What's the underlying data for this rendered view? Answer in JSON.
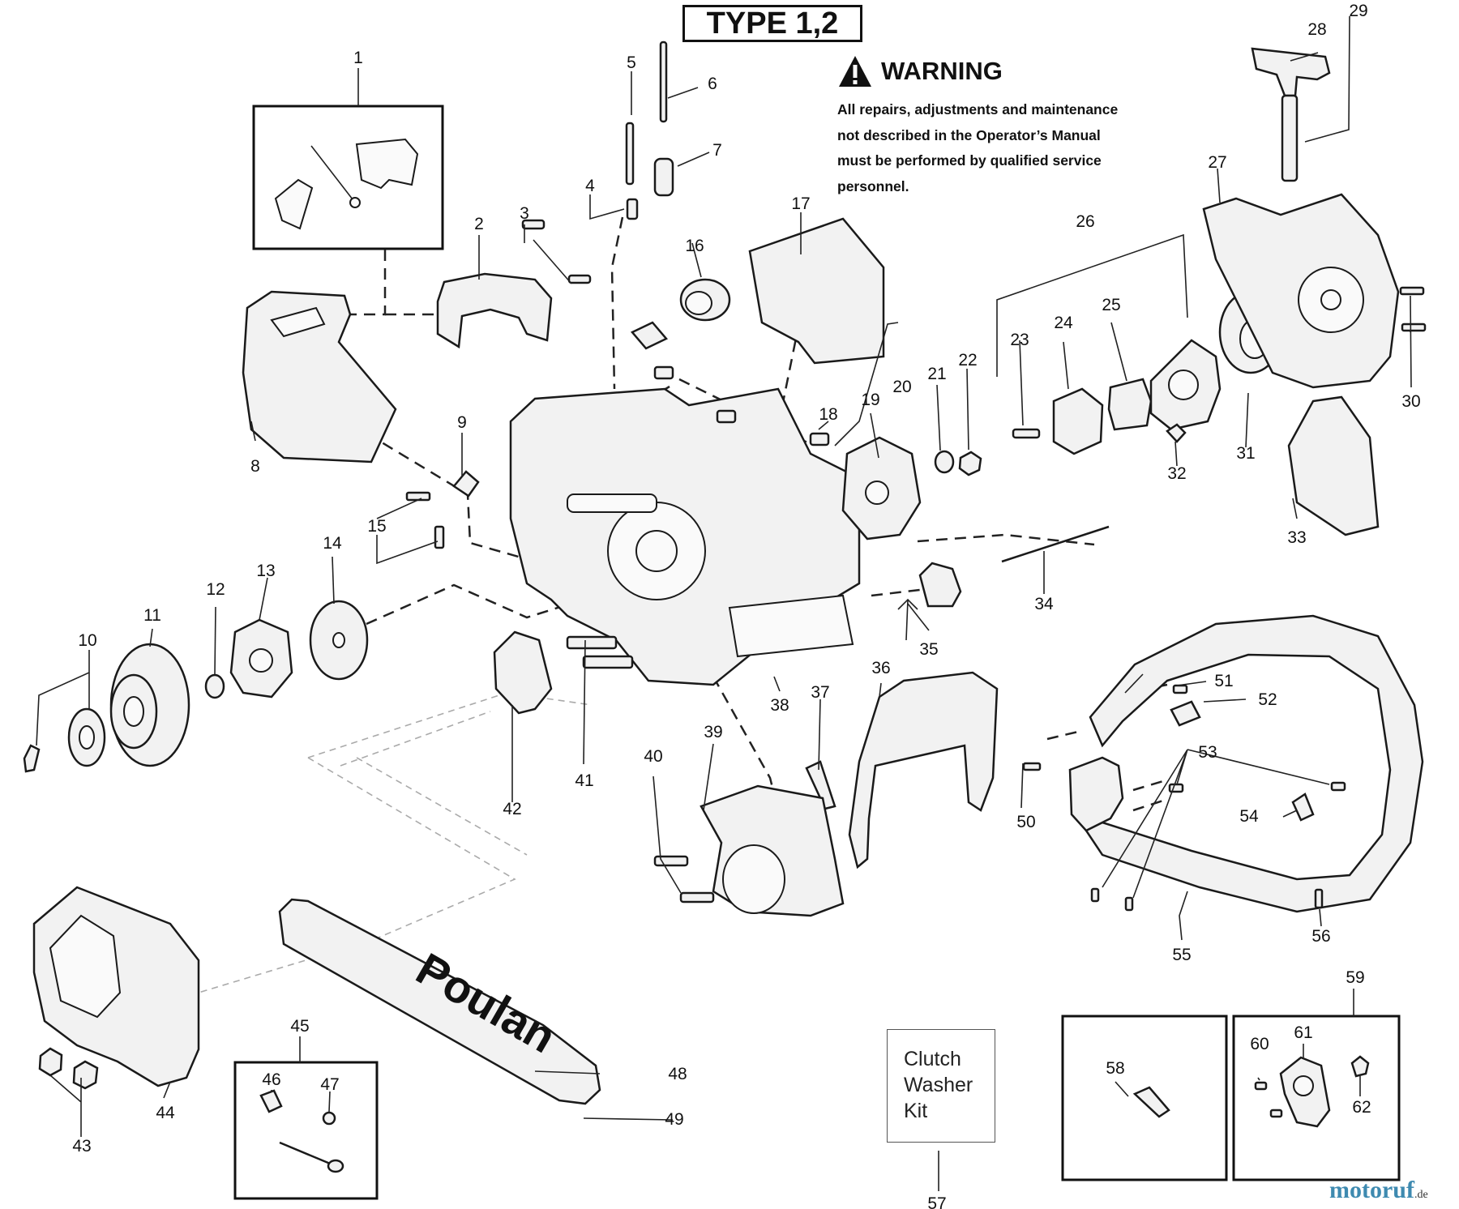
{
  "title": "TYPE 1,2",
  "warning": {
    "title": "WARNING",
    "lines": [
      "All repairs, adjustments and maintenance",
      "not described in the Operator’s Manual",
      "must be performed by qualified  service",
      "personnel."
    ]
  },
  "kit": {
    "lines": [
      "Clutch",
      "Washer",
      "Kit"
    ]
  },
  "watermark": {
    "text": "motoruf",
    "suffix": ".de"
  },
  "callouts": {
    "n1": "1",
    "n2": "2",
    "n3": "3",
    "n4": "4",
    "n5": "5",
    "n6": "6",
    "n7": "7",
    "n8": "8",
    "n9": "9",
    "n10": "10",
    "n11": "11",
    "n12": "12",
    "n13": "13",
    "n14": "14",
    "n15": "15",
    "n16": "16",
    "n17": "17",
    "n18": "18",
    "n19": "19",
    "n20": "20",
    "n21": "21",
    "n22": "22",
    "n23": "23",
    "n24": "24",
    "n25": "25",
    "n26": "26",
    "n27": "27",
    "n28": "28",
    "n29": "29",
    "n30": "30",
    "n31": "31",
    "n32": "32",
    "n33": "33",
    "n34": "34",
    "n35": "35",
    "n36": "36",
    "n37": "37",
    "n38": "38",
    "n39": "39",
    "n40": "40",
    "n41": "41",
    "n42": "42",
    "n43": "43",
    "n44": "44",
    "n45": "45",
    "n46": "46",
    "n47": "47",
    "n48": "48",
    "n49": "49",
    "n50": "50",
    "n51": "51",
    "n52": "52",
    "n53": "53",
    "n54": "54",
    "n55": "55",
    "n56": "56",
    "n57": "57",
    "n58": "58",
    "n59": "59",
    "n60": "60",
    "n61": "61",
    "n62": "62"
  },
  "bar_brand": "Poulan",
  "colors": {
    "ink": "#111111",
    "watermark": "#3e8ab0"
  }
}
